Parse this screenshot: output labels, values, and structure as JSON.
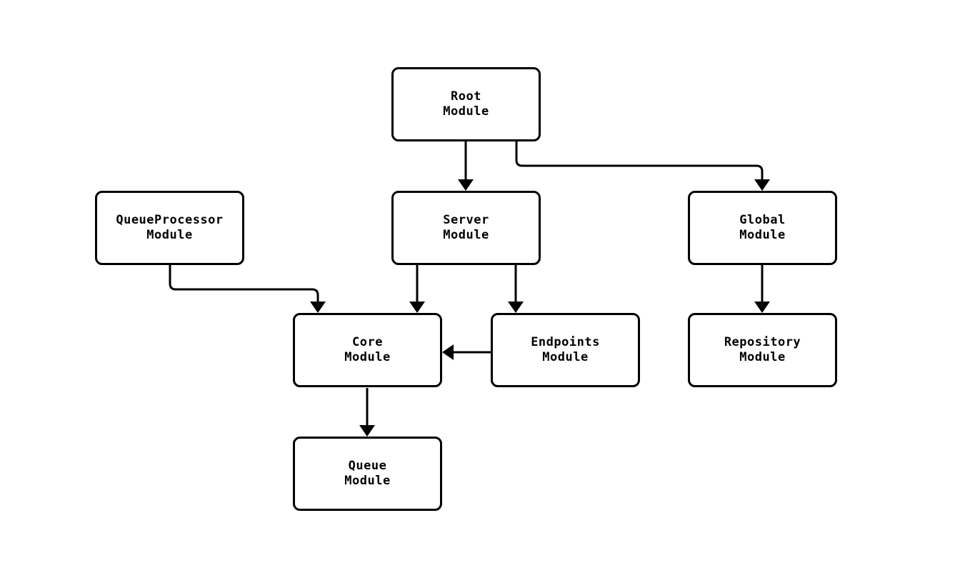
{
  "diagram": {
    "kind": "module-dependency-flowchart",
    "background_color": "#ffffff",
    "node_fill_color": "#ffffff",
    "node_border_color": "#000000",
    "edge_color": "#000000",
    "text_color": "#000000",
    "nodes": [
      {
        "id": "root",
        "lines": [
          "Root",
          "Module"
        ]
      },
      {
        "id": "queue-processor",
        "lines": [
          "QueueProcessor",
          "Module"
        ]
      },
      {
        "id": "server",
        "lines": [
          "Server",
          "Module"
        ]
      },
      {
        "id": "global",
        "lines": [
          "Global",
          "Module"
        ]
      },
      {
        "id": "core",
        "lines": [
          "Core",
          "Module"
        ]
      },
      {
        "id": "endpoints",
        "lines": [
          "Endpoints",
          "Module"
        ]
      },
      {
        "id": "repository",
        "lines": [
          "Repository",
          "Module"
        ]
      },
      {
        "id": "queue",
        "lines": [
          "Queue",
          "Module"
        ]
      }
    ],
    "edges": [
      {
        "from": "root",
        "to": "server"
      },
      {
        "from": "root",
        "to": "global"
      },
      {
        "from": "queue-processor",
        "to": "core"
      },
      {
        "from": "server",
        "to": "core"
      },
      {
        "from": "server",
        "to": "endpoints"
      },
      {
        "from": "endpoints",
        "to": "core"
      },
      {
        "from": "global",
        "to": "repository"
      },
      {
        "from": "core",
        "to": "queue"
      }
    ]
  }
}
